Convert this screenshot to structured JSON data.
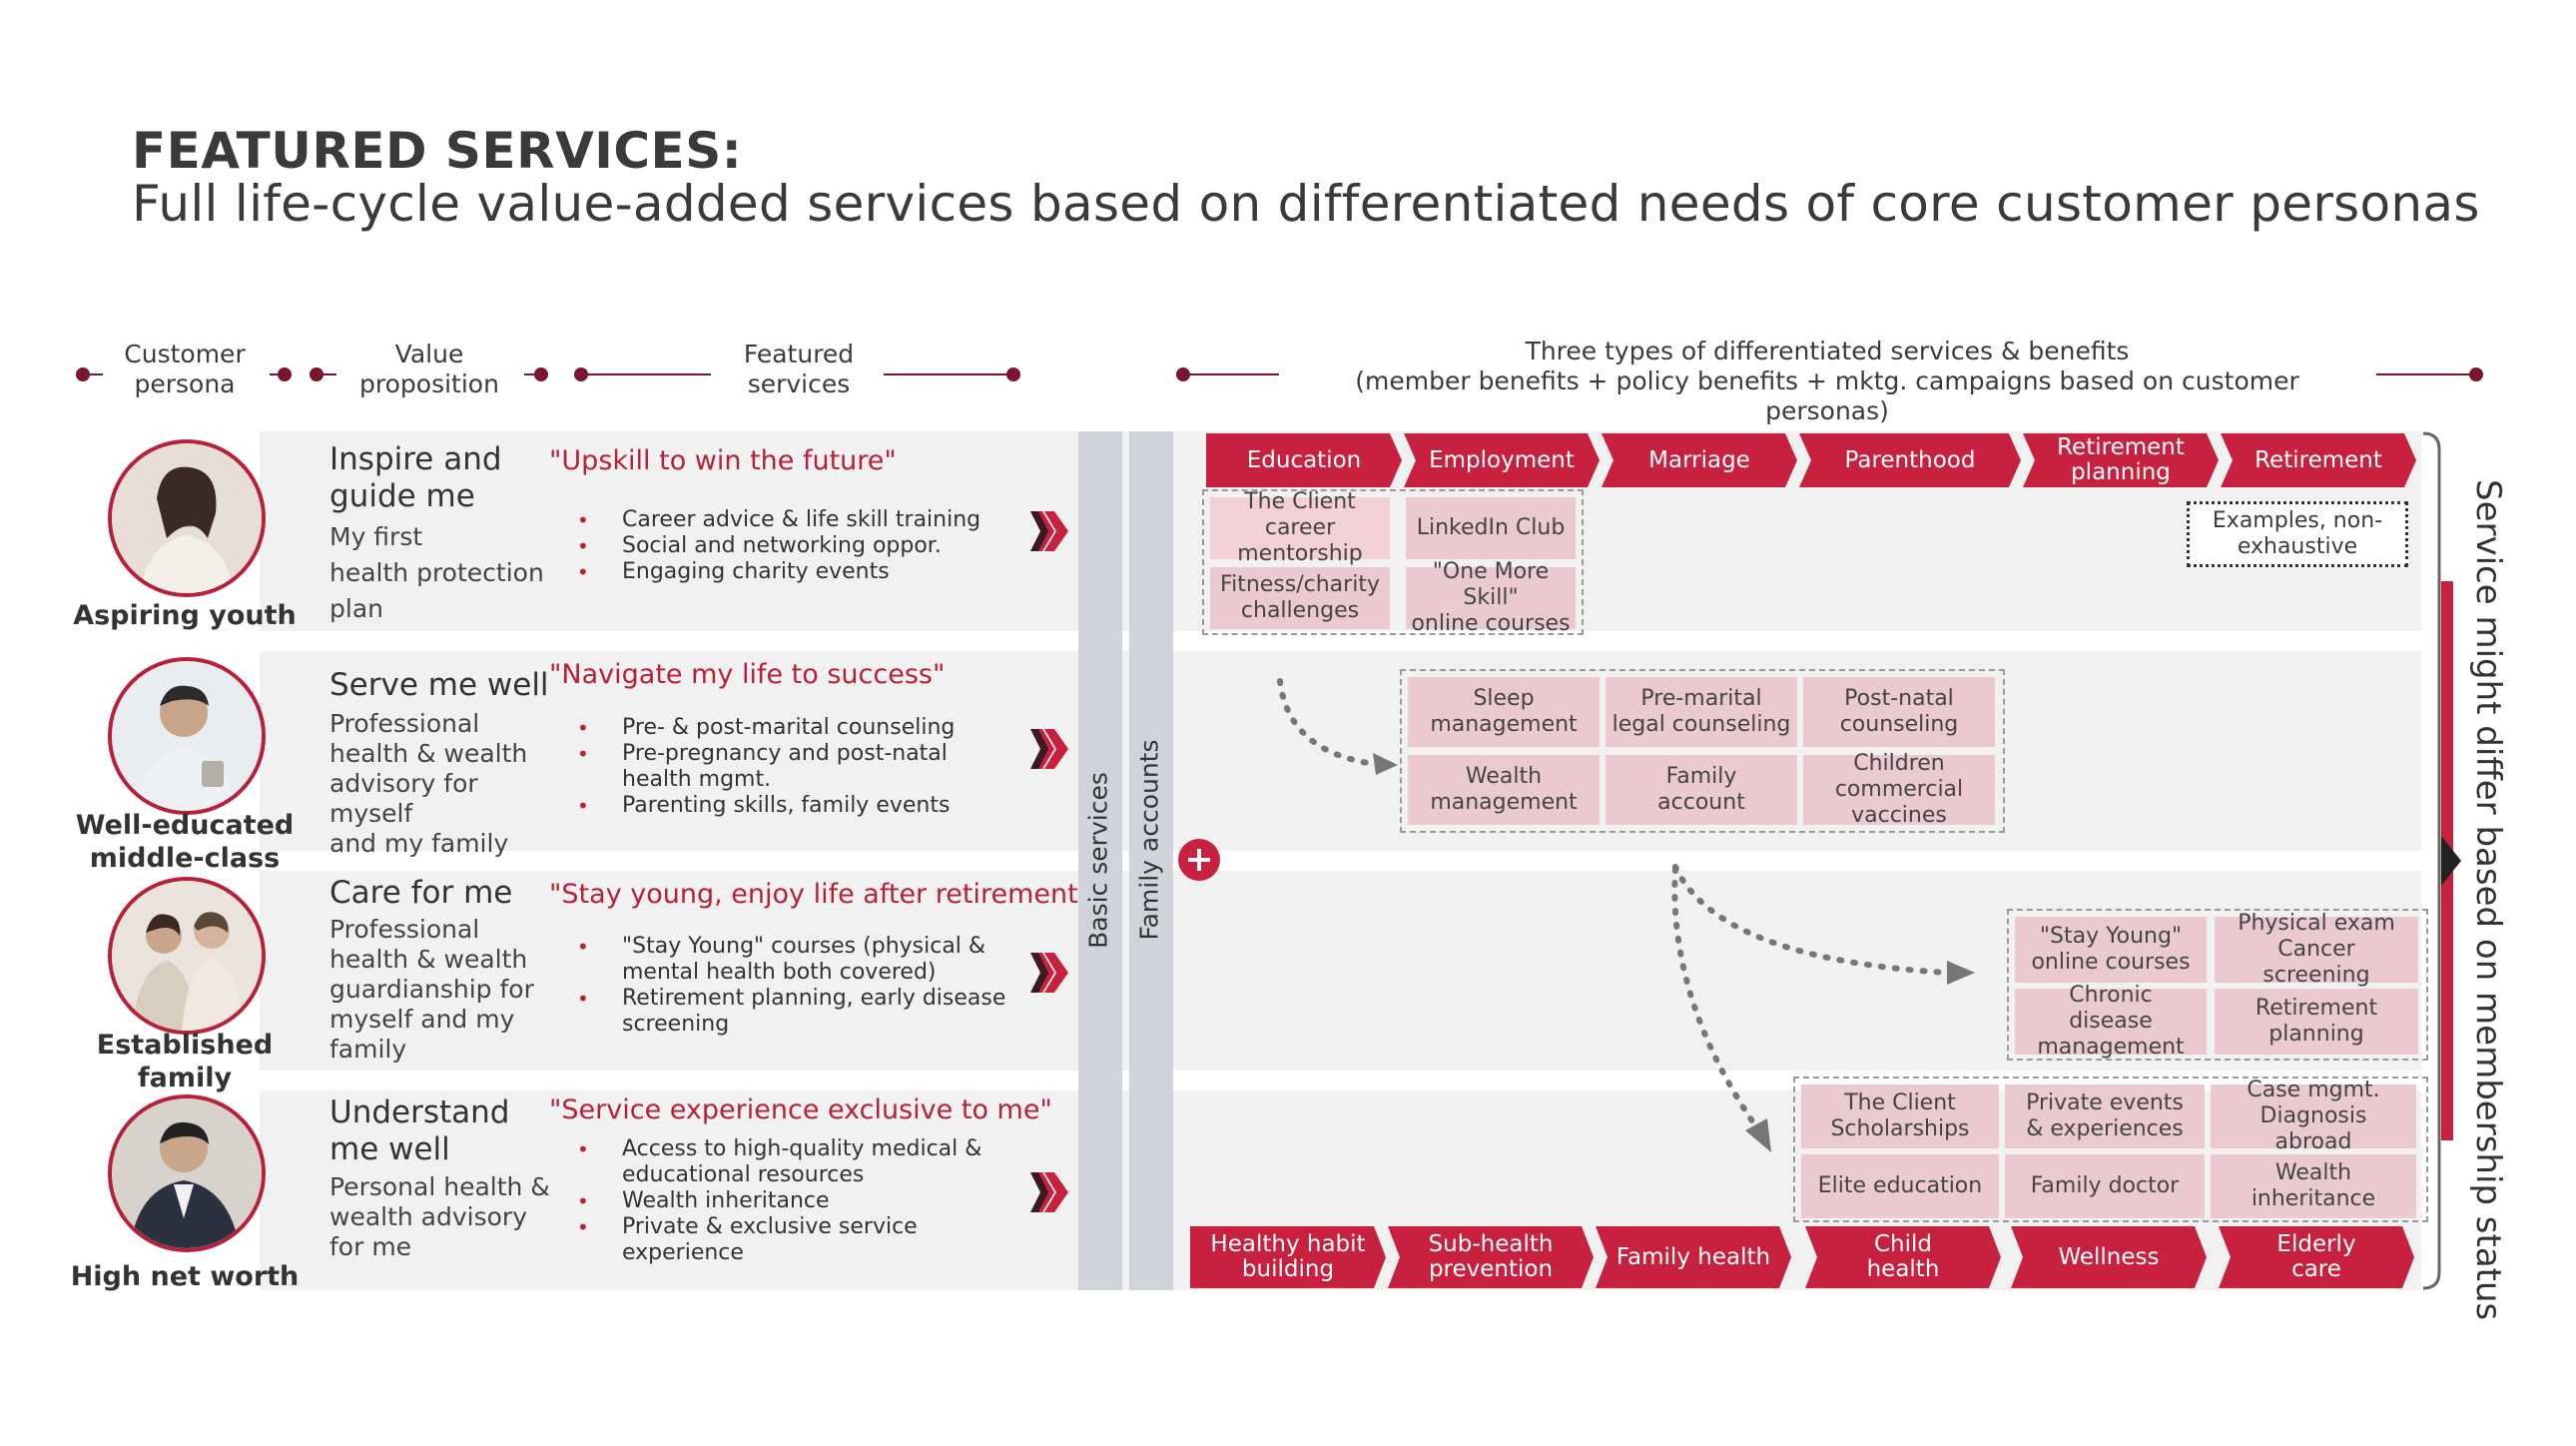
{
  "title": {
    "bold": "FEATURED SERVICES:",
    "subtitle": "Full life-cycle value-added services based on differentiated needs of core customer personas"
  },
  "columns": {
    "persona": "Customer\npersona",
    "value": "Value\nproposition",
    "featured": "Featured\nservices",
    "three_types_1": "Three types of differentiated services & benefits",
    "three_types_2": "(member benefits + policy benefits + mktg. campaigns based on customer personas)"
  },
  "rows": [
    {
      "persona": "Aspiring youth",
      "vp_title": "Inspire and\nguide me",
      "vp_desc": "My first\nhealth protection\nplan",
      "fs_title": "\"Upskill to win the future\"",
      "fs_items": [
        "Career advice & life skill training",
        "Social and networking oppor.",
        "Engaging charity events"
      ]
    },
    {
      "persona": "Well-educated\nmiddle-class",
      "vp_title": "Serve me well",
      "vp_desc": "Professional\nhealth & wealth\nadvisory for myself\nand my family",
      "fs_title": "\"Navigate my life to success\"",
      "fs_items": [
        "Pre- & post-marital counseling",
        "Pre-pregnancy and post-natal\nhealth mgmt.",
        "Parenting skills, family events"
      ]
    },
    {
      "persona": "Established\nfamily",
      "vp_title": "Care for me",
      "vp_desc": "Professional\nhealth & wealth\nguardianship for\nmyself and my\nfamily",
      "fs_title": "\"Stay young, enjoy life after retirement\"",
      "fs_items": [
        "\"Stay Young\" courses (physical &\nmental health both covered)",
        "Retirement planning, early disease\nscreening"
      ]
    },
    {
      "persona": "High net worth",
      "vp_title": "Understand\nme well",
      "vp_desc": "Personal health &\nwealth advisory\nfor me",
      "fs_title": "\"Service experience exclusive to me\"",
      "fs_items": [
        "Access to high-quality medical &\neducational resources",
        "Wealth inheritance",
        "Private & exclusive service\nexperience"
      ]
    }
  ],
  "vertical_bars": {
    "basic": "Basic services",
    "family": "Family accounts"
  },
  "top_stages": [
    "Education",
    "Employment",
    "Marriage",
    "Parenthood",
    "Retirement\nplanning",
    "Retirement"
  ],
  "bottom_stages": [
    "Healthy habit\nbuilding",
    "Sub-health\nprevention",
    "Family health",
    "Child\nhealth",
    "Wellness",
    "Elderly\ncare"
  ],
  "services": {
    "youth": [
      "The Client career\nmentorship",
      "LinkedIn Club",
      "Fitness/charity\nchallenges",
      "\"One More Skill\"\nonline courses"
    ],
    "middle": [
      "Sleep\nmanagement",
      "Pre-marital\nlegal counseling",
      "Post-natal\ncounseling",
      "Wealth\nmanagement",
      "Family\naccount",
      "Children\ncommercial\nvaccines"
    ],
    "family": [
      "\"Stay Young\"\nonline courses",
      "Physical exam\nCancer\nscreening",
      "Chronic\ndisease\nmanagement",
      "Retirement\nplanning"
    ],
    "hnw": [
      "The Client\nScholarships",
      "Private events\n& experiences",
      "Case mgmt.\nDiagnosis\nabroad",
      "Elite education",
      "Family doctor",
      "Wealth\ninheritance"
    ]
  },
  "examples_note": "Examples, non-\nexhaustive",
  "side_note": "Service might differ based on membership status",
  "colors": {
    "accent": "#c8203f",
    "dark_accent": "#7a1530",
    "service_fill": "#eac9d1",
    "row_bg": "#f1f1f1"
  },
  "icons": [
    "plus-icon",
    "chevron-arrow-icon",
    "dotted-arrow-icon",
    "triangle-pointer-icon"
  ]
}
